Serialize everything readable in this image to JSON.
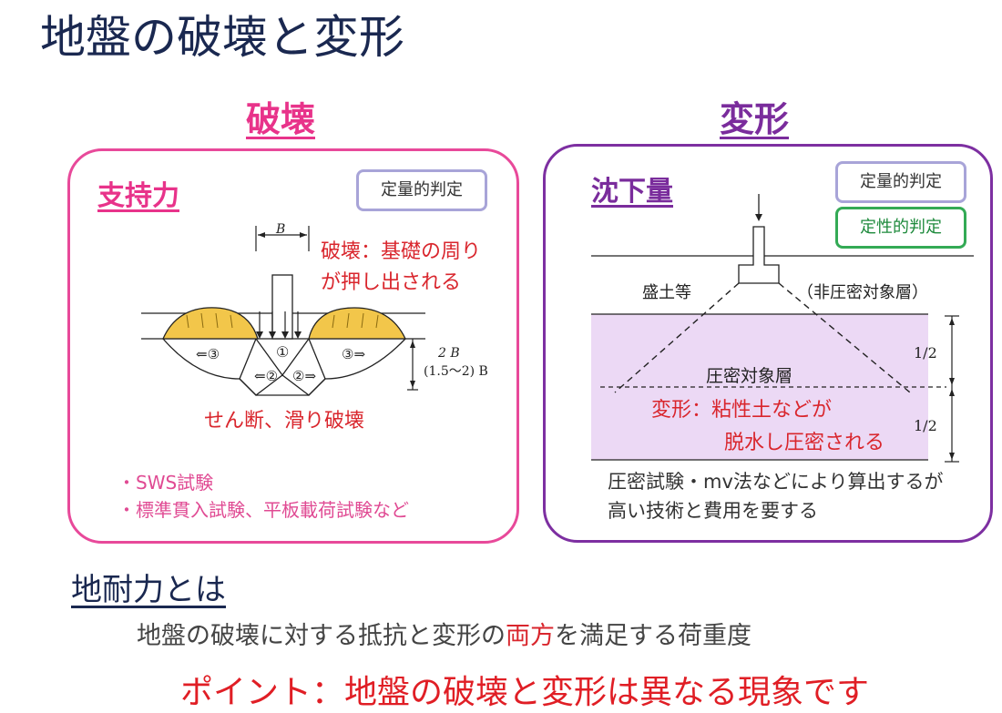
{
  "title": "地盤の破壊と変形",
  "left": {
    "heading": "破壊",
    "subheading": "支持力",
    "badge": "定量的判定",
    "failure_note_1": "破壊：基礎の周り",
    "failure_note_2": "が押し出される",
    "diagram": {
      "width_label": "B",
      "zone_1": "①",
      "zone_2_left": "⇐②",
      "zone_2_right": "②⇒",
      "zone_3_left": "⇐③",
      "zone_3_right": "③⇒",
      "depth_label_1": "2 B",
      "depth_label_2": "(1.5～2) B"
    },
    "caption": "せん断、滑り破壊",
    "tests": [
      "・SWS試験",
      "・標準貫入試験、平板載荷試験など"
    ]
  },
  "right": {
    "heading": "変形",
    "subheading": "沈下量",
    "badge_1": "定量的判定",
    "badge_2": "定性的判定",
    "diagram": {
      "fill_label": "盛土等",
      "non_consol_label": "（非圧密対象層）",
      "consol_label": "圧密対象層",
      "half_top": "1/2",
      "half_bottom": "1/2",
      "deform_note_1": "変形：粘性土などが",
      "deform_note_2": "脱水し圧密される"
    },
    "description_1": "圧密試験・mv法などにより算出するが",
    "description_2": "高い技術と費用を要する"
  },
  "bottom": {
    "heading": "地耐力とは",
    "def_part1": "地盤の破壊に対する抵抗と変形の",
    "def_emph": "両方",
    "def_part2": "を満足する荷重度",
    "point": "ポイント：地盤の破壊と変形は異なる現象です"
  },
  "colors": {
    "pink": "#e8338a",
    "purple": "#7a2c9c",
    "red": "#d9262d",
    "navy": "#1a2850",
    "bulge_fill": "#f2c64a",
    "consol_fill": "#ecd9f5"
  }
}
